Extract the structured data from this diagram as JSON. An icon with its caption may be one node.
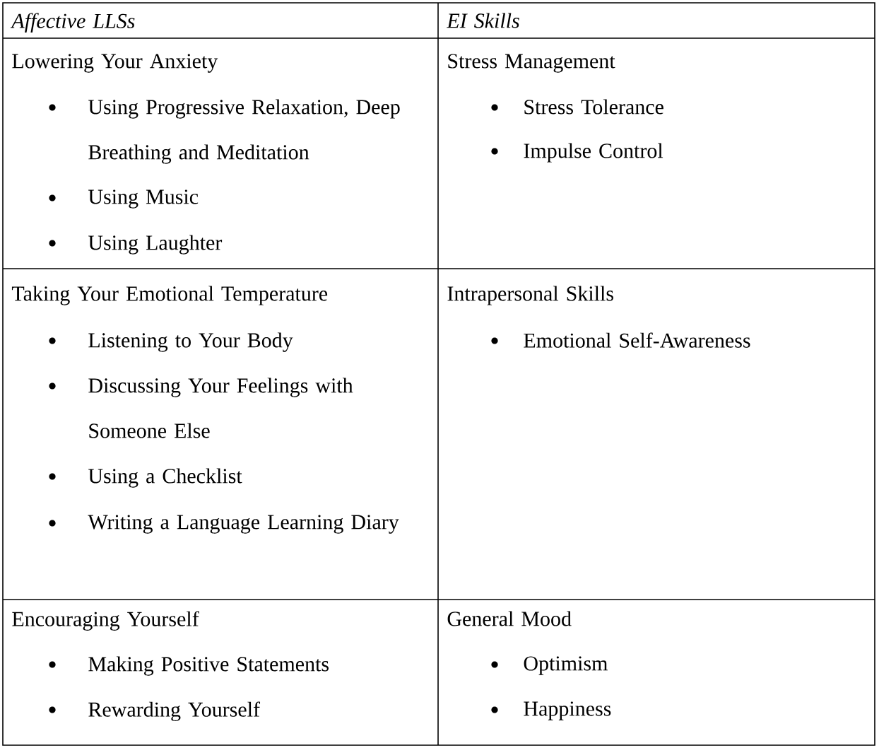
{
  "diagram": {
    "labels": [
      "Affective LLSs",
      "EI Skills",
      "Lowering Your Anxiety",
      "Using Progressive Relaxation, Deep Breathing and Meditation",
      "Using Music",
      "Using Laughter",
      "Stress Management",
      "Stress Tolerance",
      "Impulse Control",
      "Taking Your Emotional Temperature",
      "Listening to Your Body",
      "Discussing Your Feelings with Someone Else",
      "Using a Checklist",
      "Writing a Language Learning Diary",
      "Intrapersonal Skills",
      "Emotional Self-Awareness",
      "Encouraging Yourself",
      "Making Positive Statements",
      "Rewarding Yourself",
      "General Mood",
      "Optimism",
      "Happiness"
    ]
  }
}
